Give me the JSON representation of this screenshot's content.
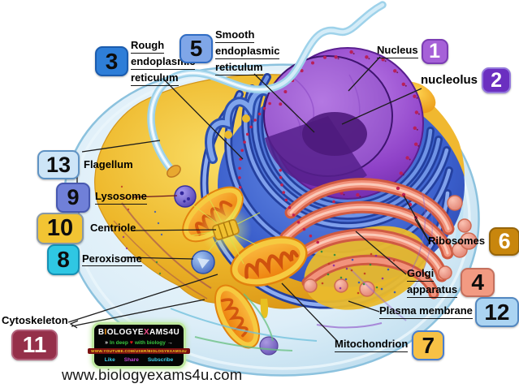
{
  "labels": [
    {
      "number": "1",
      "text": "Nucleus",
      "fill": "#a661d8",
      "border": "#7b3cb4",
      "color": "#ffffff"
    },
    {
      "number": "2",
      "text": "nucleolus",
      "fill": "#6b2fc0",
      "border": "#9478dc",
      "color": "#ffffff"
    },
    {
      "number": "3",
      "lines": [
        "Rough",
        "endoplasmic",
        "reticulum"
      ],
      "fill": "#2e7ed8",
      "border": "#1b5cae",
      "color": "#0d0d0d"
    },
    {
      "number": "5",
      "lines": [
        "Smooth",
        "endoplasmic",
        "reticulum"
      ],
      "fill": "#7fa6e8",
      "border": "#2f6cc4",
      "color": "#0d0d0d"
    },
    {
      "number": "13",
      "text": "Flagellum",
      "fill": "#cde5f7",
      "border": "#5f93c4",
      "color": "#0d0d0d"
    },
    {
      "number": "9",
      "text": "Lysosome",
      "fill": "#7080d8",
      "border": "#4758b0",
      "color": "#0d0d0d"
    },
    {
      "number": "10",
      "text": "Centriole",
      "fill": "#f2c433",
      "border": "#8898a8",
      "color": "#0d0d0d"
    },
    {
      "number": "8",
      "text": "Peroxisome",
      "fill": "#2fc7e3",
      "border": "#1590b4",
      "color": "#0d0d0d"
    },
    {
      "number": "11",
      "text": "Cytoskeleton",
      "fill": "#95304a",
      "border": "#b2607a",
      "color": "#ffffff"
    },
    {
      "number": "6",
      "text": "Ribosomes",
      "fill": "#c8860d",
      "border": "#96650a",
      "color": "#ffffff"
    },
    {
      "number": "4",
      "lines": [
        "Golgi",
        "apparatus"
      ],
      "fill": "#f29a82",
      "border": "#c4705e",
      "color": "#0d0d0d"
    },
    {
      "number": "12",
      "text": "Plasma membrane",
      "fill": "#abd4f2",
      "border": "#5287c0",
      "color": "#0d0d0d"
    },
    {
      "number": "7",
      "text": "Mitochondrion",
      "fill": "#f7c145",
      "border": "#4a7fd0",
      "color": "#0d0d0d"
    }
  ],
  "logo": {
    "brand": "BIOLOGYEXAMS4U",
    "tagline_left": "In deep",
    "heart": "♥",
    "tagline_right": "with biology",
    "url_bar": "WWW.YOUTUBE.COM/USER/BIOLOGYEXAMS4U",
    "actions": [
      "Like",
      "Share",
      "Subscribe"
    ]
  },
  "footer": {
    "website": "www.biologyexams4u.com"
  }
}
